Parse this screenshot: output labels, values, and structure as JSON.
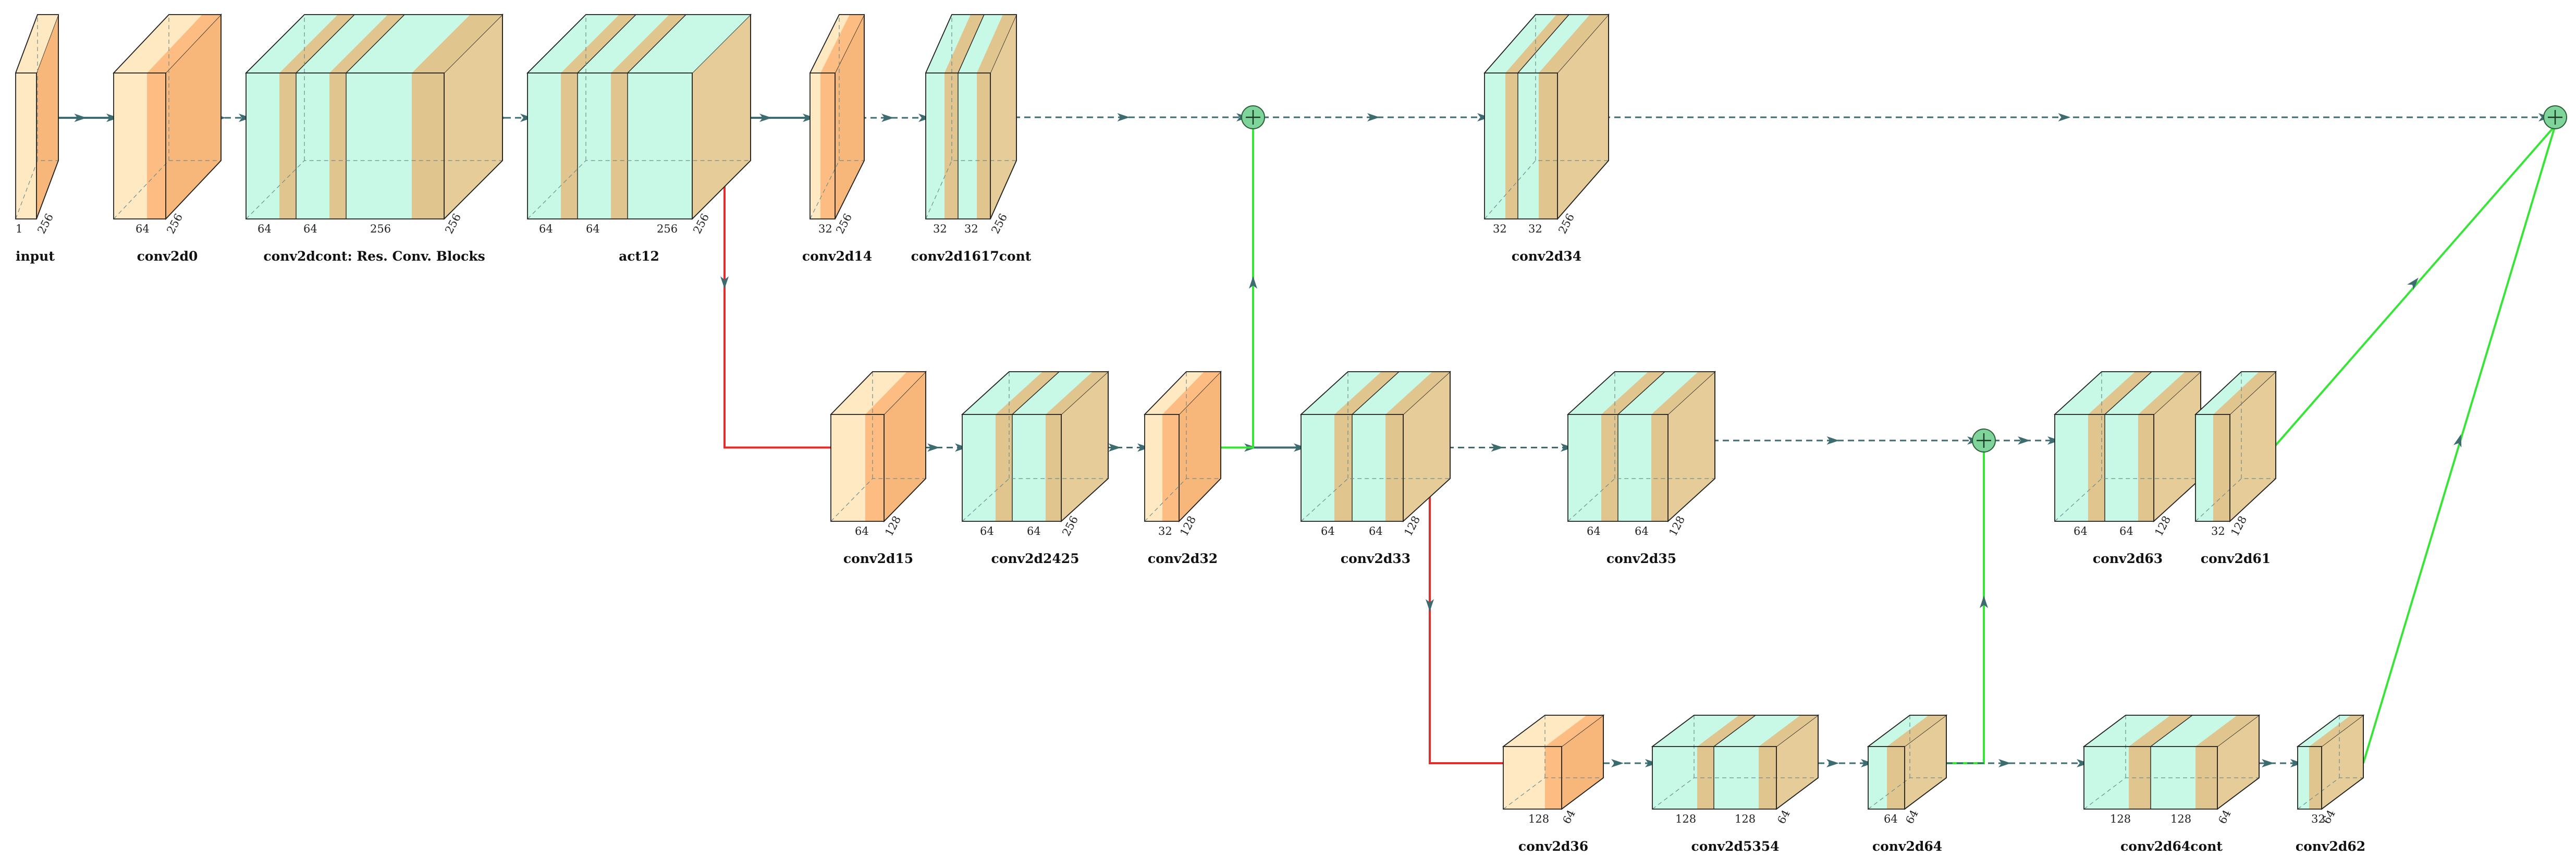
{
  "colors": {
    "conv_front": "#fee9c2",
    "conv_band": "#fed2a5",
    "conv_relu": "#fdbd82",
    "conv_relu_side": "#f8b77a",
    "res_front": "#c8f8e6",
    "res_band": "#e1c58e",
    "res_side": "#e6cc99",
    "skip_arrow": "#36e536",
    "down_arrow": "#e62b2b",
    "flow_arrow": "#3d6c70",
    "sum_node": "#7ed49a",
    "edge": "#222222"
  },
  "icons": {
    "sum": "circle-plus-icon",
    "arrow": "arrow-head-icon"
  },
  "blocks": [
    {
      "id": "input",
      "caption": "input",
      "style": "conv",
      "depth_labels": [
        "1"
      ],
      "side_label": "256"
    },
    {
      "id": "conv2d0",
      "caption": "conv2d0",
      "style": "conv",
      "depth_labels": [
        "64"
      ],
      "side_label": "256"
    },
    {
      "id": "conv2dcont",
      "caption": "conv2dcont: Res. Conv. Blocks",
      "style": "res",
      "depth_labels": [
        "64",
        "64",
        "256"
      ],
      "side_label": "256"
    },
    {
      "id": "act12",
      "caption": "act12",
      "style": "res",
      "depth_labels": [
        "64",
        "64",
        "256"
      ],
      "side_label": "256"
    },
    {
      "id": "conv2d14",
      "caption": "conv2d14",
      "style": "conv",
      "depth_labels": [
        "32"
      ],
      "side_label": "256"
    },
    {
      "id": "conv2d1617cont",
      "caption": "conv2d1617cont",
      "style": "res",
      "depth_labels": [
        "32",
        "32"
      ],
      "side_label": "256"
    },
    {
      "id": "conv2d34",
      "caption": "conv2d34",
      "style": "res",
      "depth_labels": [
        "32",
        "32"
      ],
      "side_label": "256"
    },
    {
      "id": "conv2d15",
      "caption": "conv2d15",
      "style": "conv",
      "depth_labels": [
        "64"
      ],
      "side_label": "128"
    },
    {
      "id": "conv2d2425",
      "caption": "conv2d2425",
      "style": "res",
      "depth_labels": [
        "64",
        "64"
      ],
      "side_label": "256"
    },
    {
      "id": "conv2d32",
      "caption": "conv2d32",
      "style": "conv",
      "depth_labels": [
        "32"
      ],
      "side_label": "128"
    },
    {
      "id": "conv2d33",
      "caption": "conv2d33",
      "style": "res",
      "depth_labels": [
        "64",
        "64"
      ],
      "side_label": "128"
    },
    {
      "id": "conv2d35",
      "caption": "conv2d35",
      "style": "res",
      "depth_labels": [
        "64",
        "64"
      ],
      "side_label": "128"
    },
    {
      "id": "conv2d63",
      "caption": "conv2d63",
      "style": "res",
      "depth_labels": [
        "64",
        "64"
      ],
      "side_label": "128"
    },
    {
      "id": "conv2d61",
      "caption": "conv2d61",
      "style": "res",
      "depth_labels": [
        "32"
      ],
      "side_label": "128"
    },
    {
      "id": "conv2d36",
      "caption": "conv2d36",
      "style": "conv",
      "depth_labels": [
        "128"
      ],
      "side_label": "64"
    },
    {
      "id": "conv2d5354",
      "caption": "conv2d5354",
      "style": "res",
      "depth_labels": [
        "128",
        "128"
      ],
      "side_label": "64"
    },
    {
      "id": "conv2d64",
      "caption": "conv2d64",
      "style": "res",
      "depth_labels": [
        "64"
      ],
      "side_label": "64"
    },
    {
      "id": "conv2d64cont",
      "caption": "conv2d64cont",
      "style": "res",
      "depth_labels": [
        "128",
        "128"
      ],
      "side_label": "64"
    },
    {
      "id": "conv2d62",
      "caption": "conv2d62",
      "style": "res",
      "depth_labels": [
        "32"
      ],
      "side_label": "64"
    }
  ],
  "sum_nodes": [
    "sum-top-1",
    "sum-top-2",
    "sum-mid"
  ],
  "connections": [
    {
      "from": "input",
      "to": "conv2d0",
      "kind": "solid"
    },
    {
      "from": "conv2d0",
      "to": "conv2dcont",
      "kind": "dashed"
    },
    {
      "from": "conv2dcont",
      "to": "act12",
      "kind": "dashed"
    },
    {
      "from": "act12",
      "to": "conv2d14",
      "kind": "solid"
    },
    {
      "from": "conv2d14",
      "to": "conv2d1617cont",
      "kind": "dashed"
    },
    {
      "from": "conv2d1617cont",
      "to": "sum-top-1",
      "kind": "dashed"
    },
    {
      "from": "sum-top-1",
      "to": "conv2d34",
      "kind": "dashed"
    },
    {
      "from": "conv2d34",
      "to": "sum-top-2",
      "kind": "dashed"
    },
    {
      "from": "act12",
      "to": "conv2d15",
      "kind": "down"
    },
    {
      "from": "conv2d15",
      "to": "conv2d2425",
      "kind": "dashed"
    },
    {
      "from": "conv2d2425",
      "to": "conv2d32",
      "kind": "dashed"
    },
    {
      "from": "conv2d32",
      "to": "conv2d33",
      "kind": "solid"
    },
    {
      "from": "conv2d32",
      "to": "sum-top-1",
      "kind": "skip"
    },
    {
      "from": "conv2d33",
      "to": "conv2d35",
      "kind": "dashed"
    },
    {
      "from": "conv2d35",
      "to": "sum-mid",
      "kind": "dashed"
    },
    {
      "from": "sum-mid",
      "to": "conv2d63",
      "kind": "dashed"
    },
    {
      "from": "conv2d63",
      "to": "conv2d61",
      "kind": "dashed"
    },
    {
      "from": "conv2d61",
      "to": "sum-top-2",
      "kind": "skip"
    },
    {
      "from": "conv2d33",
      "to": "conv2d36",
      "kind": "down"
    },
    {
      "from": "conv2d36",
      "to": "conv2d5354",
      "kind": "dashed"
    },
    {
      "from": "conv2d5354",
      "to": "conv2d64",
      "kind": "dashed"
    },
    {
      "from": "conv2d64",
      "to": "sum-mid",
      "kind": "skip"
    },
    {
      "from": "conv2d64",
      "to": "conv2d64cont",
      "kind": "dashed"
    },
    {
      "from": "conv2d64cont",
      "to": "conv2d62",
      "kind": "dashed"
    },
    {
      "from": "conv2d62",
      "to": "sum-top-2",
      "kind": "skip"
    }
  ]
}
